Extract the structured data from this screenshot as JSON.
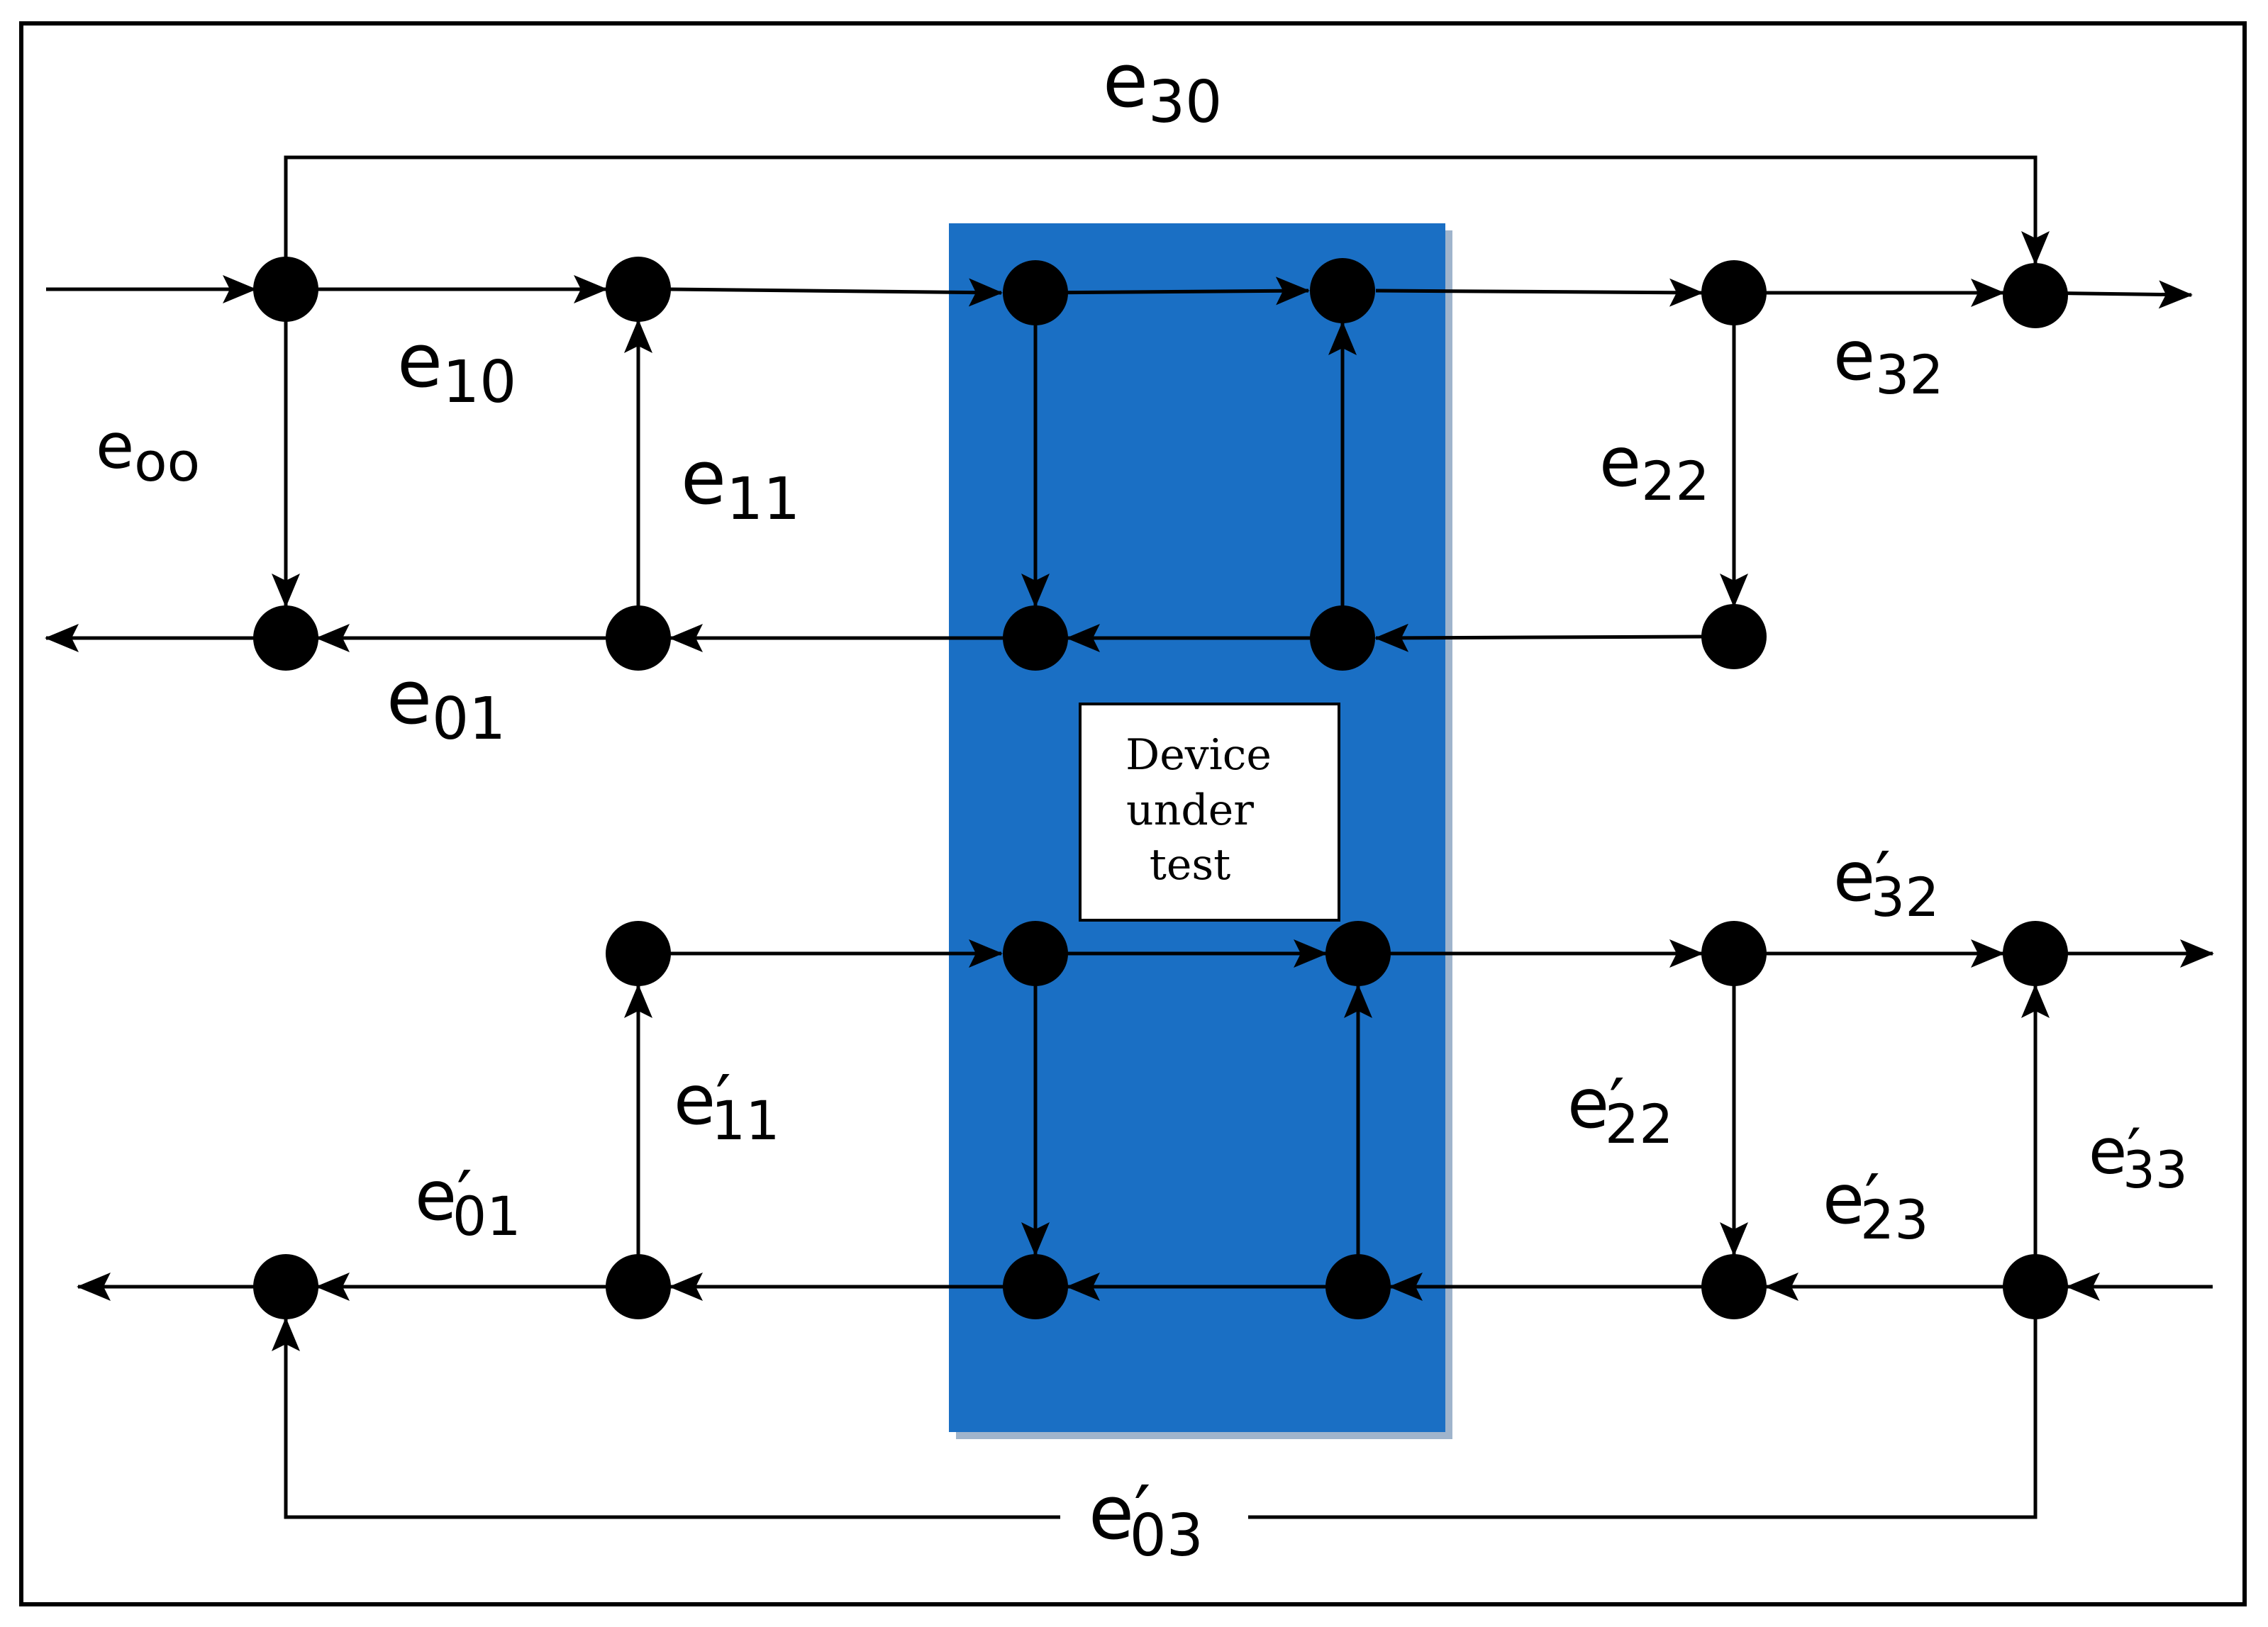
{
  "diagram": {
    "device_box": {
      "lines": [
        "Device",
        "under",
        "test"
      ]
    },
    "labels": {
      "e30": {
        "base": "e",
        "prime": "",
        "sub": "30"
      },
      "e10": {
        "base": "e",
        "prime": "",
        "sub": "10"
      },
      "e00": {
        "base": "e",
        "prime": "",
        "sub": "oo"
      },
      "e11": {
        "base": "e",
        "prime": "",
        "sub": "11"
      },
      "e01": {
        "base": "e",
        "prime": "",
        "sub": "01"
      },
      "e22": {
        "base": "e",
        "prime": "",
        "sub": "22"
      },
      "e32": {
        "base": "e",
        "prime": "",
        "sub": "32"
      },
      "e32p": {
        "base": "e",
        "prime": "′",
        "sub": "32"
      },
      "e11p": {
        "base": "e",
        "prime": "′",
        "sub": "11"
      },
      "e01p": {
        "base": "e",
        "prime": "′",
        "sub": "01"
      },
      "e22p": {
        "base": "e",
        "prime": "′",
        "sub": "22"
      },
      "e23p": {
        "base": "e",
        "prime": "′",
        "sub": "23"
      },
      "e33p": {
        "base": "e",
        "prime": "′",
        "sub": "33"
      },
      "e03p": {
        "base": "e",
        "prime": "′",
        "sub": "03"
      }
    }
  }
}
